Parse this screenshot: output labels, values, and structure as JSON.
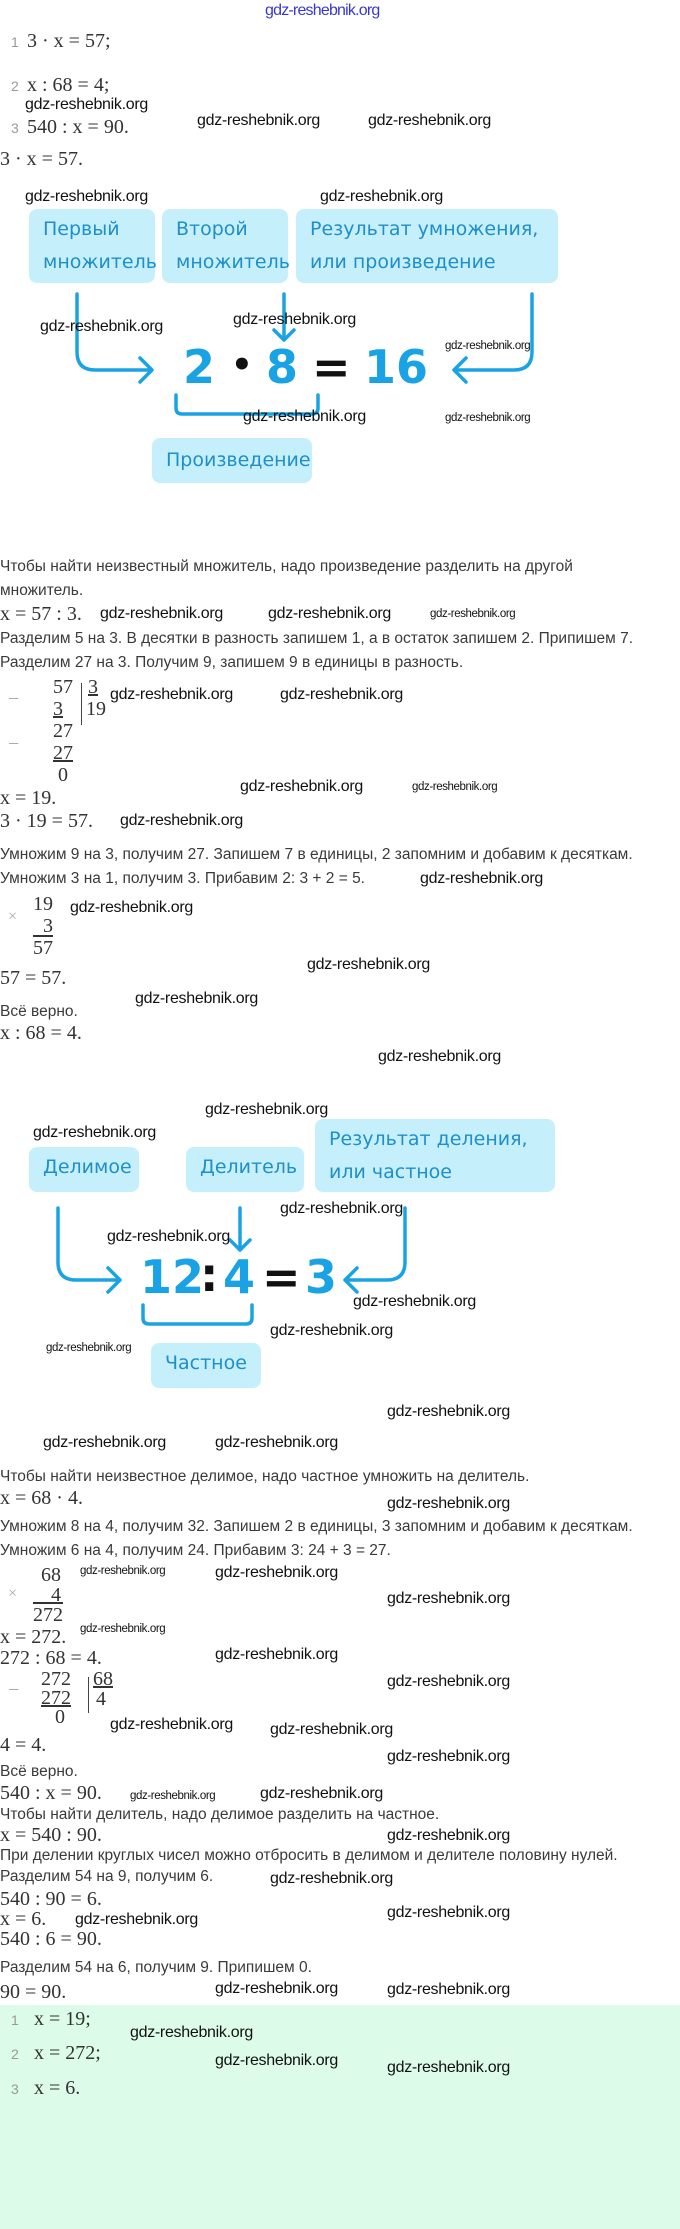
{
  "watermark": "gdz-reshebnik.org",
  "tasks": [
    {
      "num": "1",
      "expr": "3 · x = 57;"
    },
    {
      "num": "2",
      "expr": "x : 68 = 4;"
    },
    {
      "num": "3",
      "expr": "540 : x = 90."
    }
  ],
  "part1": {
    "equation": "3 · x = 57.",
    "diagram": {
      "box_first": [
        "Первый",
        "множитель"
      ],
      "box_second": [
        "Второй",
        "множитель"
      ],
      "box_result": [
        "Результат умножения,",
        "или произведение"
      ],
      "box_product": "Произведение",
      "eq": [
        "2",
        "•",
        "8",
        "=",
        "16"
      ],
      "accent_color": "#1aa3e4"
    },
    "rule": [
      "Чтобы найти неизвестный множитель, надо произведение разделить на другой",
      "множитель."
    ],
    "x_expr": "x = 57 : 3.",
    "steps": [
      "Разделим 5 на 3. В десятки в разность запишем 1, а в остаток запишем 2. Припишем 7.",
      "Разделим 27 на 3. Получим 9, запишем 9 в единицы в разность."
    ],
    "division": {
      "minus": "−",
      "rows": [
        "57",
        "3",
        "27",
        "27",
        "0"
      ],
      "divisor": "3",
      "quotient": "19"
    },
    "result": "x = 19.",
    "check": "3 · 19 = 57.",
    "check_steps": [
      "Умножим 9 на 3, получим 27. Запишем 7 в единицы, 2 запомним и добавим к десяткам.",
      "Умножим 3 на 1, получим 3. Прибавим 2: 3 + 2 = 5."
    ],
    "multiplication": {
      "sign": "×",
      "rows": [
        "19",
        "3",
        "57"
      ]
    },
    "check_result": "57 = 57.",
    "verdict": "Всё верно."
  },
  "part2": {
    "equation": "x : 68 = 4.",
    "diagram": {
      "box_dividend": "Делимое",
      "box_divisor": "Делитель",
      "box_result": [
        "Результат деления,",
        "или частное"
      ],
      "box_quotient": "Частное",
      "eq": [
        "12",
        ":",
        "4",
        "=",
        "3"
      ]
    },
    "rule": "Чтобы найти неизвестное делимое, надо частное умножить на делитель.",
    "x_expr": "x = 68 · 4.",
    "steps": [
      "Умножим 8 на 4, получим 32. Запишем 2 в единицы, 3 запомним и добавим к десяткам.",
      "Умножим 6 на 4, получим 24. Прибавим 3: 24 + 3 = 27."
    ],
    "multiplication": {
      "sign": "×",
      "rows": [
        "68",
        "4",
        "272"
      ]
    },
    "result": "x = 272.",
    "check": "272 : 68 = 4.",
    "division": {
      "minus": "−",
      "rows": [
        "272",
        "272",
        "0"
      ],
      "divisor": "68",
      "quotient": "4"
    },
    "check_result": "4 = 4.",
    "verdict": "Всё верно."
  },
  "part3": {
    "equation": "540 : x = 90.",
    "rule": "Чтобы найти делитель, надо делимое разделить на частное.",
    "x_expr": "x = 540 : 90.",
    "note": "При делении круглых чисел можно отбросить в делимом и делителе половину нулей.",
    "step": "Разделим 54 на 9, получим 6.",
    "calc": "540 : 90 = 6.",
    "result": "x = 6.",
    "check": "540 : 6 = 90.",
    "check_step": "Разделим 54 на 6, получим 9. Припишем 0.",
    "check_result": "90 = 90."
  },
  "answers": [
    {
      "num": "1",
      "expr": "x = 19;"
    },
    {
      "num": "2",
      "expr": "x = 272;"
    },
    {
      "num": "3",
      "expr": "x = 6."
    }
  ],
  "answer_bg": "#dcfbe9"
}
